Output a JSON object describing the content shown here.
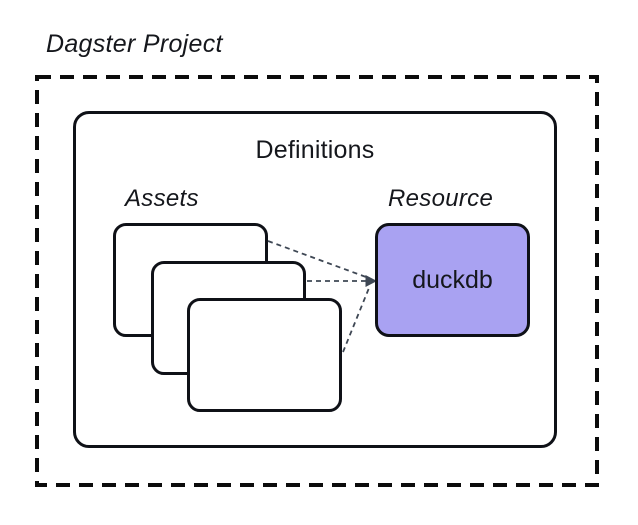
{
  "diagram": {
    "project_label": "Dagster Project",
    "definitions_label": "Definitions",
    "assets_label": "Assets",
    "resource_label": "Resource",
    "resource_box_label": "duckdb",
    "asset_card_count": 3,
    "connections": [
      {
        "from": "asset-card-1",
        "to": "resource-box-duckdb",
        "style": "dashed"
      },
      {
        "from": "asset-card-2",
        "to": "resource-box-duckdb",
        "style": "dashed"
      },
      {
        "from": "asset-card-3",
        "to": "resource-box-duckdb",
        "style": "dashed"
      }
    ],
    "colors": {
      "background": "#ffffff",
      "box_border": "#0f1117",
      "resource_fill": "#a9a2f2",
      "connector": "#3e4754",
      "text": "#15171c"
    }
  }
}
